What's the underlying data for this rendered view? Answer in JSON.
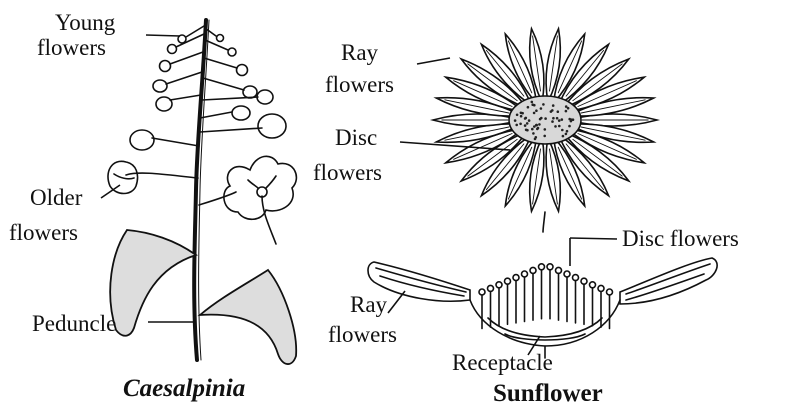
{
  "caesalpinia": {
    "labels": {
      "young_1": "Young",
      "young_2": "flowers",
      "older_1": "Older",
      "older_2": "flowers",
      "peduncle": "Peduncle"
    },
    "caption": "Caesalpinia"
  },
  "sunflower": {
    "labels": {
      "ray_top_1": "Ray",
      "ray_top_2": "flowers",
      "disc_1": "Disc",
      "disc_2": "flowers",
      "disc_flowers_section": "Disc flowers",
      "ray_bottom_1": "Ray",
      "ray_bottom_2": "flowers",
      "receptacle": "Receptacle"
    },
    "caption": "Sunflower"
  }
}
